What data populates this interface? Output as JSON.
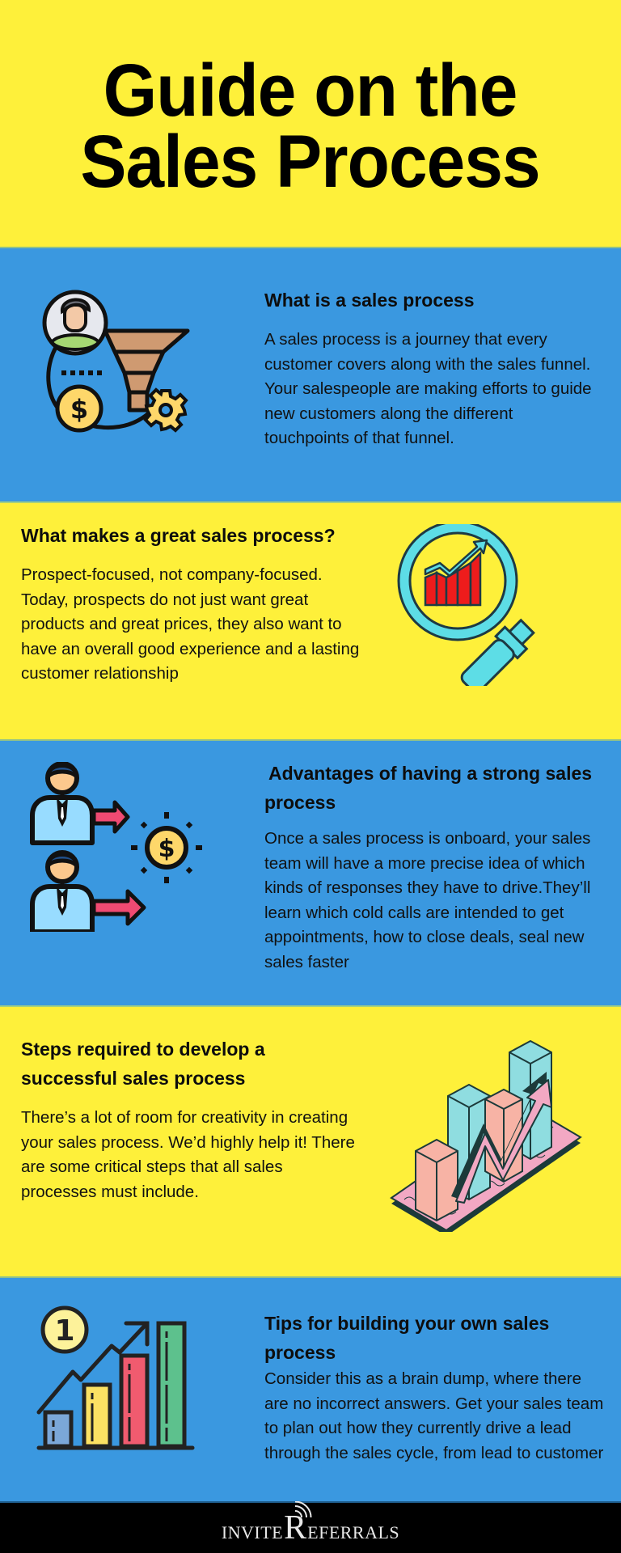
{
  "header": {
    "title_line1": "Guide on the",
    "title_line2": "Sales Process",
    "background": "#fef03a"
  },
  "colors": {
    "yellow": "#fef03a",
    "blue": "#3a98e0",
    "footer": "#000000",
    "text": "#111111"
  },
  "sections": [
    {
      "heading": "What is a sales process",
      "body": "A sales process is a journey that every customer covers along with the sales funnel. Your salespeople are making efforts to guide new customers along the different touchpoints of that funnel.",
      "icon": "customer-funnel-icon",
      "background": "blue"
    },
    {
      "heading": "What makes a great sales process?",
      "body": "Prospect-focused, not company-focused. Today, prospects do not just want great products and great prices, they also want to have an overall good experience and a lasting customer relationship",
      "icon": "magnifier-growth-chart-icon",
      "background": "yellow"
    },
    {
      "heading": "Advantages of having a strong sales process",
      "body": "Once a sales process is onboard, your sales team will have a more precise idea of which kinds of responses they have to drive.They’ll learn which cold calls are intended to get appointments, how to close deals, seal new sales faster",
      "icon": "salespeople-to-money-icon",
      "background": "blue"
    },
    {
      "heading": "Steps required to develop a successful sales process",
      "body": "There’s a lot of room for creativity in creating your sales process. We’d highly help it! There are some critical steps that all sales processes must include.",
      "icon": "isometric-bar-chart-icon",
      "background": "yellow"
    },
    {
      "heading": "Tips for building your own sales process",
      "body": "Consider this as a brain dump, where there are no incorrect answers. Get your sales team to plan out how they currently drive a lead through the sales cycle, from lead to customer",
      "icon": "ranking-bar-chart-icon",
      "icon_badge": "1",
      "background": "blue"
    }
  ],
  "footer": {
    "logo_prefix": "INVITE",
    "logo_initial": "R",
    "logo_rest": "EFERRALS",
    "logo_icon": "wifi-signal-icon"
  }
}
